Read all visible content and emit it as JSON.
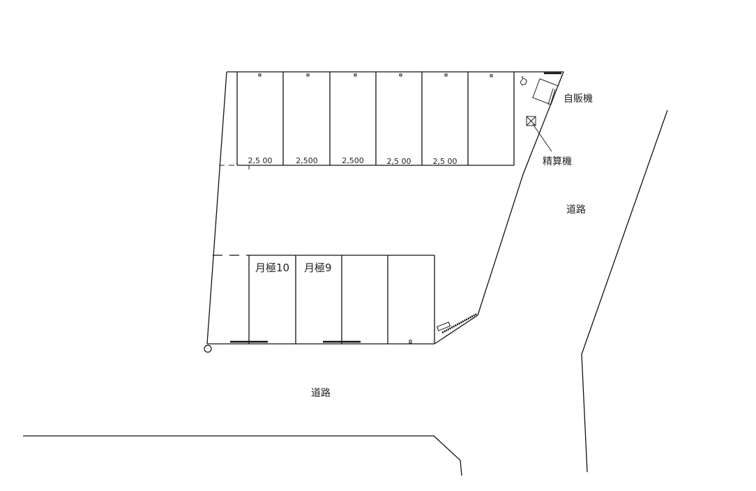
{
  "diagram": {
    "type": "parking-lot-site-plan",
    "colors": {
      "line": "#111111",
      "text": "#222222",
      "background": "#ffffff"
    },
    "top_row": {
      "stalls": [
        {
          "id": "T1",
          "price_label": "2,5 00"
        },
        {
          "id": "T2",
          "price_label": "2,500"
        },
        {
          "id": "T3",
          "price_label": "2,500"
        },
        {
          "id": "T4",
          "price_label": "2,5 00"
        },
        {
          "id": "T5",
          "price_label": "2,5 00"
        },
        {
          "id": "T6",
          "price_label": ""
        }
      ]
    },
    "bottom_row": {
      "stalls": [
        {
          "id": "B1",
          "label": "月極10"
        },
        {
          "id": "B2",
          "label": "月極9"
        },
        {
          "id": "B3",
          "label": ""
        },
        {
          "id": "B4",
          "label": ""
        }
      ]
    },
    "labels": {
      "vending_machine": "自販機",
      "payment_machine": "精算機",
      "road_east": "道路",
      "road_south": "道路"
    }
  }
}
